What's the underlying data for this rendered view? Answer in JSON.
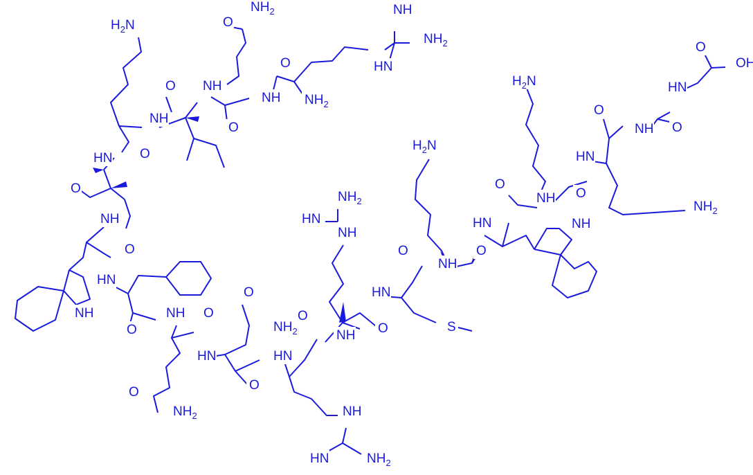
{
  "colors": {
    "ink": "#1a1adc",
    "background": "#ffffff"
  },
  "labels": [
    {
      "id": "lys1-nh2",
      "base": "H",
      "sub": "2",
      "tail": "N"
    },
    {
      "id": "gln1-nh2",
      "base": "NH",
      "sub": "2",
      "tail": ""
    },
    {
      "id": "gln1-o",
      "base": "O",
      "sub": "",
      "tail": ""
    },
    {
      "id": "arg1-nh",
      "base": "NH",
      "sub": "",
      "tail": ""
    },
    {
      "id": "arg1-nh2",
      "base": "NH",
      "sub": "2",
      "tail": ""
    },
    {
      "id": "arg1-hn",
      "base": "HN",
      "sub": "",
      "tail": ""
    },
    {
      "id": "arg1-co",
      "base": "O",
      "sub": "",
      "tail": ""
    },
    {
      "id": "arg1-alpha-nh2",
      "base": "NH",
      "sub": "2",
      "tail": ""
    },
    {
      "id": "gln-arg-nh",
      "base": "NH",
      "sub": "",
      "tail": ""
    },
    {
      "id": "gln1-co",
      "base": "O",
      "sub": "",
      "tail": ""
    },
    {
      "id": "ile1-nh",
      "base": "NH",
      "sub": "",
      "tail": ""
    },
    {
      "id": "ile1-co",
      "base": "O",
      "sub": "",
      "tail": ""
    },
    {
      "id": "lys-ile-nh",
      "base": "NH",
      "sub": "",
      "tail": ""
    },
    {
      "id": "lys1-co",
      "base": "O",
      "sub": "",
      "tail": ""
    },
    {
      "id": "ile2-nh",
      "base": "HN",
      "sub": "",
      "tail": ""
    },
    {
      "id": "ile2-co",
      "base": "O",
      "sub": "",
      "tail": ""
    },
    {
      "id": "trp1-nh",
      "base": "NH",
      "sub": "",
      "tail": ""
    },
    {
      "id": "trp1-co",
      "base": "O",
      "sub": "",
      "tail": ""
    },
    {
      "id": "trp1-ring-nh",
      "base": "NH",
      "sub": "",
      "tail": ""
    },
    {
      "id": "phe-nh",
      "base": "HN",
      "sub": "",
      "tail": ""
    },
    {
      "id": "phe-co",
      "base": "O",
      "sub": "",
      "tail": ""
    },
    {
      "id": "gln2-nh",
      "base": "NH",
      "sub": "",
      "tail": ""
    },
    {
      "id": "gln2-co",
      "base": "O",
      "sub": "",
      "tail": ""
    },
    {
      "id": "gln2-side-o",
      "base": "O",
      "sub": "",
      "tail": ""
    },
    {
      "id": "gln2-side-nh2",
      "base": "NH",
      "sub": "2",
      "tail": ""
    },
    {
      "id": "asn-nh",
      "base": "HN",
      "sub": "",
      "tail": ""
    },
    {
      "id": "asn-side-o",
      "base": "O",
      "sub": "",
      "tail": ""
    },
    {
      "id": "asn-side-nh2",
      "base": "NH",
      "sub": "2",
      "tail": ""
    },
    {
      "id": "asn-co",
      "base": "O",
      "sub": "",
      "tail": ""
    },
    {
      "id": "arg2-nh",
      "base": "HN",
      "sub": "",
      "tail": ""
    },
    {
      "id": "arg2-co",
      "base": "O",
      "sub": "",
      "tail": ""
    },
    {
      "id": "arg2-side-nh",
      "base": "NH",
      "sub": "",
      "tail": ""
    },
    {
      "id": "arg2-side-hn",
      "base": "HN",
      "sub": "",
      "tail": ""
    },
    {
      "id": "arg2-side-nh2",
      "base": "NH",
      "sub": "2",
      "tail": ""
    },
    {
      "id": "arg3-nh",
      "base": "NH",
      "sub": "",
      "tail": ""
    },
    {
      "id": "arg3-co",
      "base": "O",
      "sub": "",
      "tail": ""
    },
    {
      "id": "arg3-side-nh2",
      "base": "NH",
      "sub": "2",
      "tail": ""
    },
    {
      "id": "arg3-side-hn",
      "base": "HN",
      "sub": "",
      "tail": ""
    },
    {
      "id": "arg3-side-nh",
      "base": "NH",
      "sub": "",
      "tail": ""
    },
    {
      "id": "met-nh",
      "base": "HN",
      "sub": "",
      "tail": ""
    },
    {
      "id": "met-s",
      "base": "S",
      "sub": "",
      "tail": ""
    },
    {
      "id": "met-co",
      "base": "O",
      "sub": "",
      "tail": ""
    },
    {
      "id": "lys2-nh",
      "base": "NH",
      "sub": "",
      "tail": ""
    },
    {
      "id": "lys2-co",
      "base": "O",
      "sub": "",
      "tail": ""
    },
    {
      "id": "lys2-nh2",
      "base": "H",
      "sub": "2",
      "tail": "N"
    },
    {
      "id": "trp2-nh",
      "base": "HN",
      "sub": "",
      "tail": ""
    },
    {
      "id": "trp2-co",
      "base": "O",
      "sub": "",
      "tail": ""
    },
    {
      "id": "trp2-ring-nh",
      "base": "NH",
      "sub": "",
      "tail": ""
    },
    {
      "id": "lys3-nh",
      "base": "NH",
      "sub": "",
      "tail": ""
    },
    {
      "id": "lys3-co",
      "base": "O",
      "sub": "",
      "tail": ""
    },
    {
      "id": "lys3-nh2",
      "base": "H",
      "sub": "2",
      "tail": "N"
    },
    {
      "id": "lys4-nh",
      "base": "HN",
      "sub": "",
      "tail": ""
    },
    {
      "id": "lys4-co",
      "base": "O",
      "sub": "",
      "tail": ""
    },
    {
      "id": "lys4-nh2",
      "base": "NH",
      "sub": "2",
      "tail": ""
    },
    {
      "id": "gly1-nh",
      "base": "NH",
      "sub": "",
      "tail": ""
    },
    {
      "id": "gly1-co",
      "base": "O",
      "sub": "",
      "tail": ""
    },
    {
      "id": "gly2-nh",
      "base": "HN",
      "sub": "",
      "tail": ""
    },
    {
      "id": "gly2-co",
      "base": "O",
      "sub": "",
      "tail": ""
    },
    {
      "id": "gly2-oh",
      "base": "OH",
      "sub": "",
      "tail": ""
    }
  ]
}
